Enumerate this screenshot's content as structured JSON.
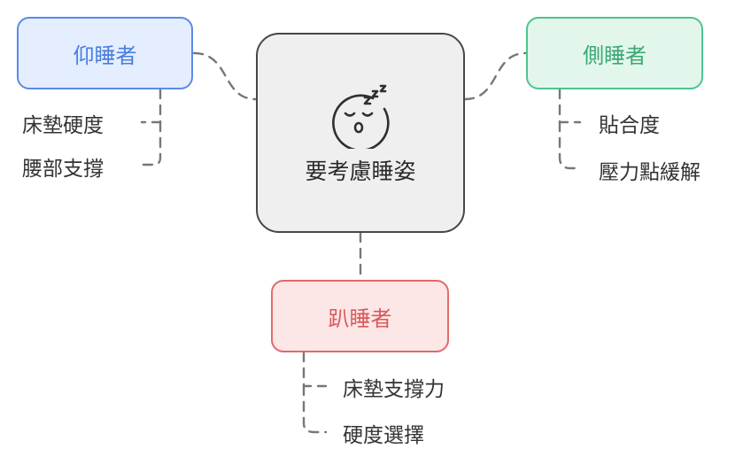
{
  "center": {
    "label": "要考慮睡姿",
    "icon": "sleeping-face-icon"
  },
  "branches": [
    {
      "id": "back",
      "label": "仰睡者",
      "color": "#5b8be6",
      "items": [
        "床墊硬度",
        "腰部支撐"
      ]
    },
    {
      "id": "side",
      "label": "側睡者",
      "color": "#4ec490",
      "items": [
        "貼合度",
        "壓力點緩解"
      ]
    },
    {
      "id": "stomach",
      "label": "趴睡者",
      "color": "#e06a6a",
      "items": [
        "床墊支撐力",
        "硬度選擇"
      ]
    }
  ]
}
